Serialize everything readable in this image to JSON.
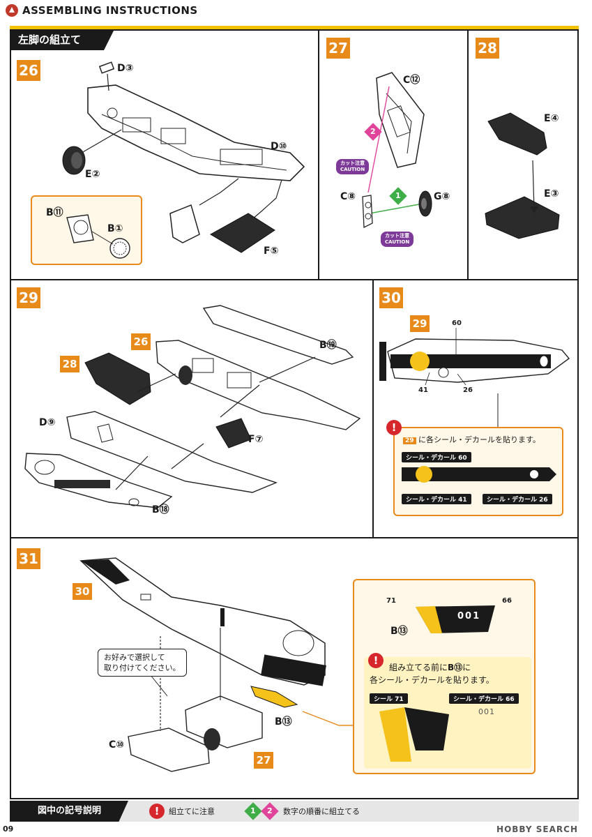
{
  "header": {
    "title": "ASSEMBLING INSTRUCTIONS"
  },
  "section_title": "左脚の組立て",
  "steps": {
    "s26": "26",
    "s27": "27",
    "s28": "28",
    "s29": "29",
    "s30": "30",
    "s31": "31"
  },
  "panel26": {
    "d3": "D③",
    "d10": "D⑩",
    "e2": "E②",
    "b11": "B⑪",
    "b1": "B①",
    "f5": "F⑤"
  },
  "panel27": {
    "c12": "C⑫",
    "c8": "C⑧",
    "g8": "G⑧",
    "order1": "1",
    "order2": "2",
    "caution_jp": "カット注意",
    "caution_en": "CAUTION"
  },
  "panel28": {
    "e4": "E④",
    "e3": "E③"
  },
  "panel29": {
    "ref26": "26",
    "ref28": "28",
    "b19": "B⑲",
    "d9": "D⑨",
    "f7": "F⑦",
    "b18": "B⑱"
  },
  "panel30": {
    "ref29": "29",
    "n60": "60",
    "n41": "41",
    "n26": "26",
    "instr_ref": "29",
    "instr": "に各シール・デカールを貼ります。",
    "tag60": "シール・デカール",
    "tag60_num": "60",
    "tag41": "シール・デカール",
    "tag41_num": "41",
    "tag26": "シール・デカール",
    "tag26_num": "26"
  },
  "panel31": {
    "ref30": "30",
    "ref27": "27",
    "c10": "C⑩",
    "b13": "B⑬",
    "bubble_l1": "お好みで選択して",
    "bubble_l2": "取り付けてください。",
    "callout_b13": "B⑬",
    "n71": "71",
    "n66": "66",
    "num001": "001",
    "instr_l1_a": "組み立てる前に",
    "instr_l1_b": "B⑬",
    "instr_l1_c": "に",
    "instr_l2": "各シール・デカールを貼ります。",
    "tag71": "シール",
    "tag71_num": "71",
    "tag66": "シール・デカール",
    "tag66_num": "66",
    "small001": "001"
  },
  "footer": {
    "title": "図中の記号説明",
    "warn_icon": "!",
    "warn_text": "組立てに注意",
    "order_1": "1",
    "order_2": "2",
    "order_text": "数字の順番に組立てる"
  },
  "page_number": "09",
  "watermark": "HOBBY SEARCH",
  "colors": {
    "accent_orange": "#e88a1a",
    "frame_yellow": "#f2c200",
    "warn_red": "#d6272d",
    "order_green": "#3fae49",
    "order_pink": "#e0449a",
    "decal_yellow": "#f4c21a"
  }
}
